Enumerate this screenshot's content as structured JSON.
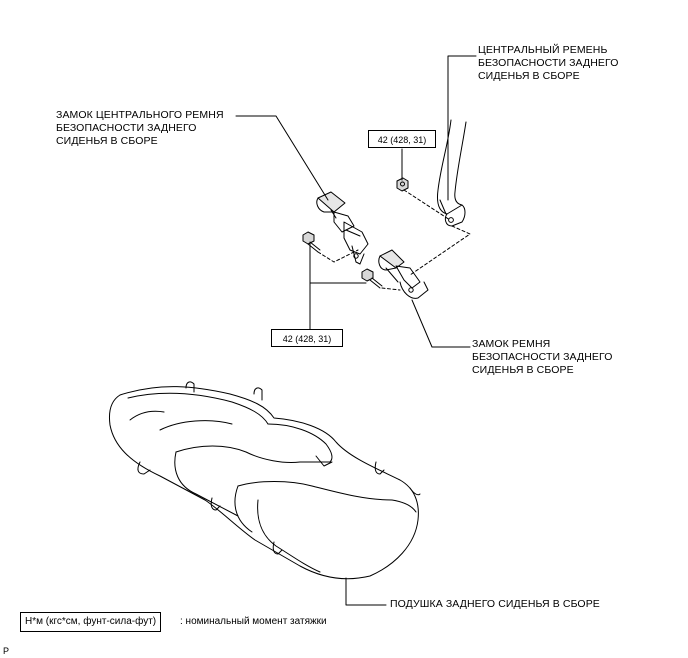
{
  "labels": {
    "center_belt": [
      "ЦЕНТРАЛЬНЫЙ РЕМЕНЬ",
      "БЕЗОПАСНОСТИ ЗАДНЕГО",
      "СИДЕНЬЯ В СБОРЕ"
    ],
    "center_buckle": [
      "ЗАМОК ЦЕНТРАЛЬНОГО РЕМНЯ",
      "БЕЗОПАСНОСТИ ЗАДНЕГО",
      "СИДЕНЬЯ В СБОРЕ"
    ],
    "buckle": [
      "ЗАМОК РЕМНЯ",
      "БЕЗОПАСНОСТИ ЗАДНЕГО",
      "СИДЕНЬЯ В СБОРЕ"
    ],
    "cushion": "ПОДУШКА ЗАДНЕГО СИДЕНЬЯ В СБОРЕ"
  },
  "torque": {
    "upper": "42 (428, 31)",
    "lower": "42 (428, 31)"
  },
  "legend": {
    "unit": "Н*м (кгс*см, фунт-сила-фут)",
    "description": ": номинальный момент затяжки"
  },
  "page_mark": "P"
}
